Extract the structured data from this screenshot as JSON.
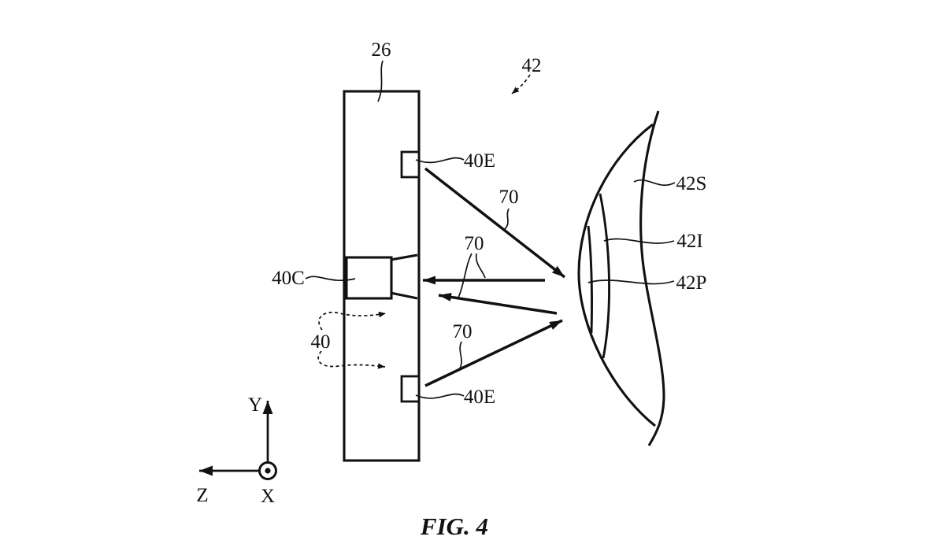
{
  "figure": {
    "caption": "FIG. 4",
    "ink_color": "#111111",
    "background_color": "#ffffff",
    "labels": {
      "display_panel": "26",
      "eye": "42",
      "emitter_top": "40E",
      "emitter_bottom": "40E",
      "camera": "40C",
      "gaze_module": "40",
      "light_ray_top": "70",
      "light_ray_middle": "70",
      "light_ray_bottom": "70",
      "eye_surface": "42S",
      "eye_iris": "42I",
      "eye_pupil": "42P"
    },
    "axes": {
      "y": "Y",
      "z": "Z",
      "x": "X"
    }
  }
}
